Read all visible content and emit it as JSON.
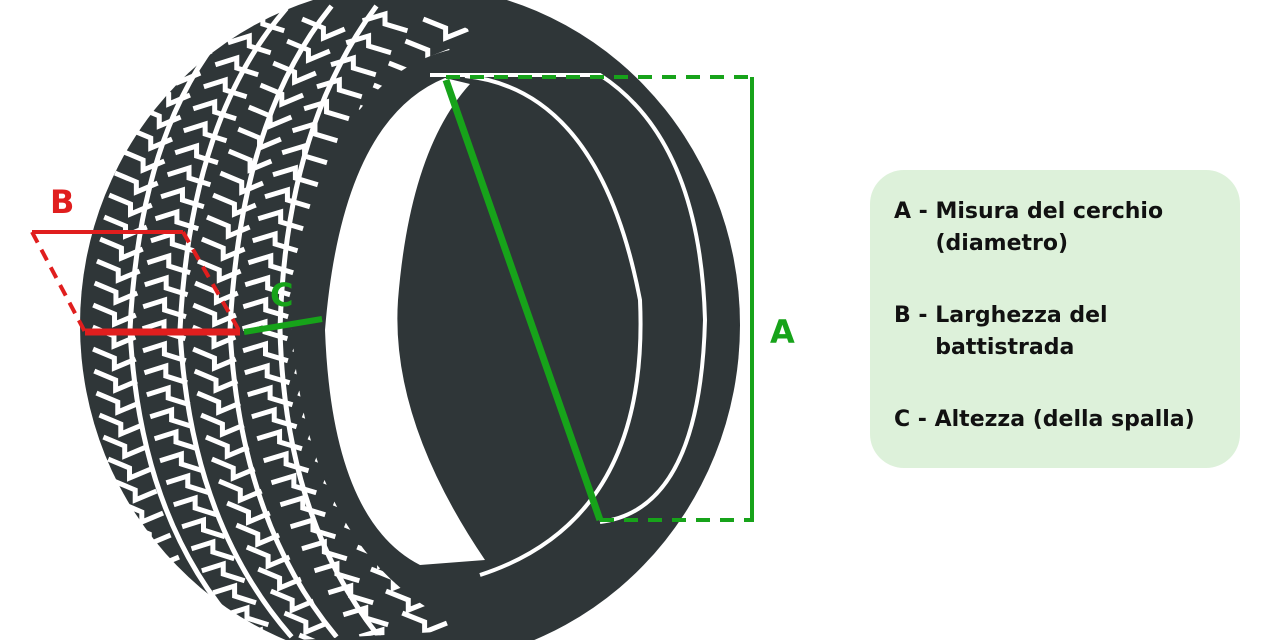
{
  "colors": {
    "tire": "#2f3638",
    "green": "#17a31a",
    "red": "#e01e1e",
    "legend_bg": "#ddf1da"
  },
  "labels": {
    "a": "A",
    "b": "B",
    "c": "C"
  },
  "legend": {
    "items": [
      {
        "key": "A - ",
        "desc": "Misura del cerchio (diametro)"
      },
      {
        "key": "B - ",
        "desc": "Larghezza del battistrada"
      },
      {
        "key": "C - ",
        "desc": "Altezza (della spalla)"
      }
    ]
  }
}
